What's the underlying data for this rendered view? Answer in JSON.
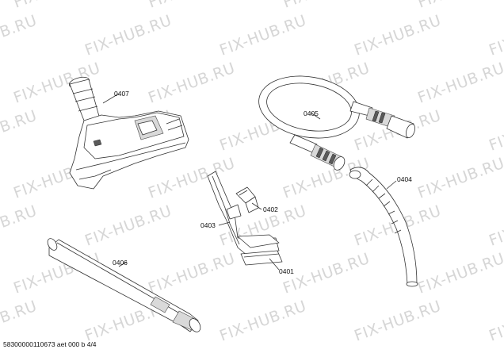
{
  "watermark": "FIX-HUB.RU",
  "parts": [
    {
      "id": "0407"
    },
    {
      "id": "0405"
    },
    {
      "id": "0404"
    },
    {
      "id": "0402"
    },
    {
      "id": "0403"
    },
    {
      "id": "0401"
    },
    {
      "id": "0406"
    }
  ],
  "footer_text": "58300000110673 aet 000 b 4/4"
}
